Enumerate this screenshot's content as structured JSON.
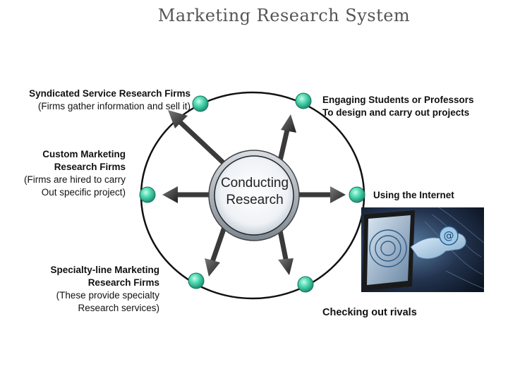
{
  "title": "Marketing Research System",
  "center": {
    "line1": "Conducting",
    "line2": "Research"
  },
  "nodes": {
    "syndicated": {
      "bold": "Syndicated Service Research Firms",
      "normal": "(Firms gather information and sell it)"
    },
    "engaging": {
      "bold1": "Engaging Students or Professors",
      "bold2": "To design and carry out projects"
    },
    "custom": {
      "bold1": "Custom Marketing",
      "bold2": "Research Firms",
      "normal1": "(Firms are hired to carry",
      "normal2": "Out specific project)"
    },
    "internet": {
      "bold": "Using the Internet"
    },
    "specialty": {
      "bold1": "Specialty-line Marketing",
      "bold2": "Research Firms",
      "normal1": "(These provide specialty",
      "normal2": "Research services)"
    },
    "rivals": {
      "bold": "Checking out rivals"
    }
  },
  "colors": {
    "node": "#3fd0a8",
    "ring": "#111111",
    "arrow": "#333333",
    "center_border": "#333333"
  }
}
